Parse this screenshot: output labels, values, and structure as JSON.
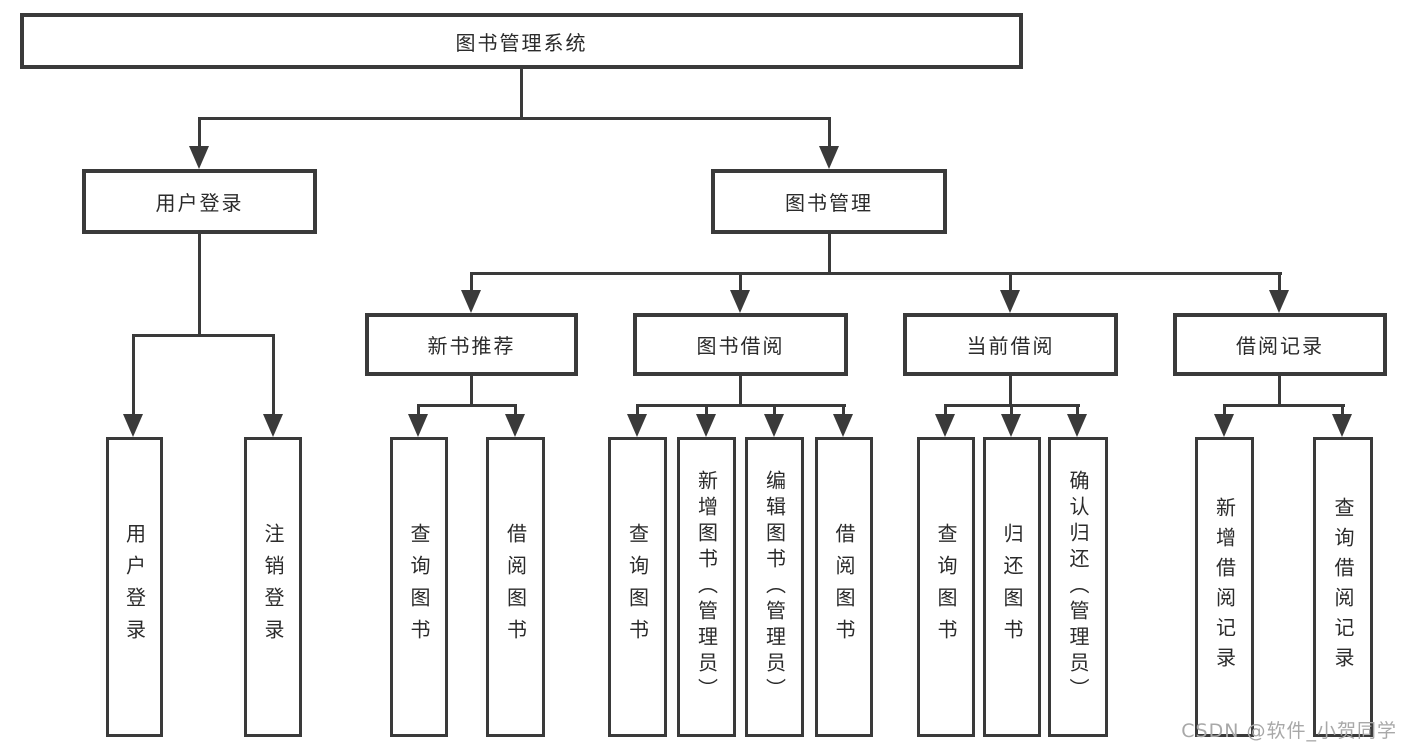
{
  "tree": {
    "root": {
      "label": "图书管理系统",
      "children": [
        {
          "label": "用户登录",
          "children": [
            {
              "label": "用户登录"
            },
            {
              "label": "注销登录"
            }
          ]
        },
        {
          "label": "图书管理",
          "children": [
            {
              "label": "新书推荐",
              "children": [
                {
                  "label": "查询图书"
                },
                {
                  "label": "借阅图书"
                }
              ]
            },
            {
              "label": "图书借阅",
              "children": [
                {
                  "label": "查询图书"
                },
                {
                  "label": "新增图书（管理员）"
                },
                {
                  "label": "编辑图书（管理员）"
                },
                {
                  "label": "借阅图书"
                }
              ]
            },
            {
              "label": "当前借阅",
              "children": [
                {
                  "label": "查询图书"
                },
                {
                  "label": "归还图书"
                },
                {
                  "label": "确认归还（管理员）"
                }
              ]
            },
            {
              "label": "借阅记录",
              "children": [
                {
                  "label": "新增借阅记录"
                },
                {
                  "label": "查询借阅记录"
                }
              ]
            }
          ]
        }
      ]
    }
  },
  "watermark": {
    "text": "CSDN @软件_小贺同学"
  },
  "colors": {
    "line": "#3a3a3a",
    "text": "#2b2b2b",
    "watermark": "#a8a8a8",
    "background": "#ffffff"
  }
}
